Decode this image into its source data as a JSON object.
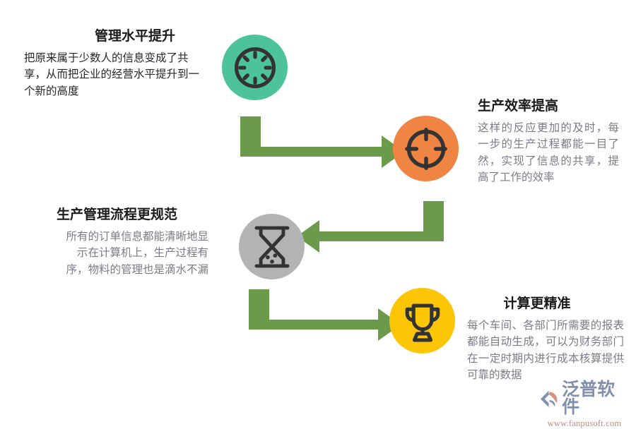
{
  "diagram": {
    "type": "cycle-flow-infographic",
    "background": "#ffffff",
    "accent_arrow_color": "#6b9a4a",
    "blocks": [
      {
        "id": "block-1",
        "title": "管理水平提升",
        "body": "把原来属于少数人的信息变成了共享，从而把企业的经营水平提升到一个新的高度",
        "icon": "spinner-icon",
        "circle_color": "#4dc39b",
        "body_tone": "dark"
      },
      {
        "id": "block-2",
        "title": "生产效率提高",
        "body": "这样的反应更加的及时，每一步的生产过程都能一目了然，实现了信息的共享，提高了工作的效率",
        "icon": "target-icon",
        "circle_color": "#f08543",
        "body_tone": "muted"
      },
      {
        "id": "block-3",
        "title": "生产管理流程更规范",
        "body": "所有的订单信息都能清晰地显示在计算机上，生产过程有序，物料的管理也是滴水不漏",
        "icon": "hourglass-icon",
        "circle_color": "#b3b3b3",
        "body_tone": "muted"
      },
      {
        "id": "block-4",
        "title": "计算更精准",
        "body": "每个车间、各部门所需要的报表都能自动生成，可以为财务部门在一定时期内进行成本核算提供可靠的数据",
        "icon": "trophy-icon",
        "circle_color": "#fcc607",
        "body_tone": "muted"
      }
    ],
    "arrows": [
      {
        "id": "arrow-1",
        "from": "spinner-icon",
        "to": "target-icon",
        "direction": "down-then-right"
      },
      {
        "id": "arrow-2",
        "from": "target-icon",
        "to": "hourglass-icon",
        "direction": "down-then-left"
      },
      {
        "id": "arrow-3",
        "from": "hourglass-icon",
        "to": "trophy-icon",
        "direction": "down-then-right"
      }
    ]
  },
  "logo": {
    "wordmark": "泛普软件",
    "url": "www.fanpusoft.com",
    "mark_color_primary": "#8190ac",
    "mark_color_secondary": "#d98f7e"
  }
}
